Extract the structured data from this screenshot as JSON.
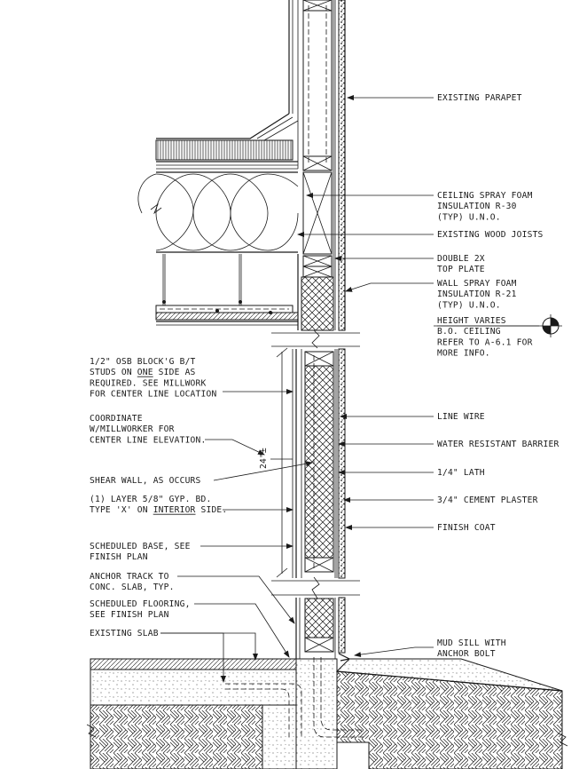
{
  "notes_right": [
    {
      "id": "existing-parapet",
      "lines": [
        "EXISTING PARAPET"
      ]
    },
    {
      "id": "ceiling-spray-foam",
      "lines": [
        "CEILING SPRAY FOAM",
        "INSULATION R-30",
        "(TYP) U.N.O."
      ]
    },
    {
      "id": "existing-wood-joists",
      "lines": [
        "EXISTING WOOD JOISTS"
      ]
    },
    {
      "id": "double-top-plate",
      "lines": [
        "DOUBLE 2X",
        "TOP PLATE"
      ]
    },
    {
      "id": "wall-spray-foam",
      "lines": [
        "WALL SPRAY FOAM",
        "INSULATION R-21",
        "(TYP) U.N.O."
      ]
    },
    {
      "id": "height-varies",
      "lines": [
        "HEIGHT VARIES",
        "B.O. CEILING",
        "REFER TO A-6.1 FOR",
        "MORE INFO."
      ]
    },
    {
      "id": "line-wire",
      "lines": [
        "LINE WIRE"
      ]
    },
    {
      "id": "water-resistant-barrier",
      "lines": [
        "WATER RESISTANT BARRIER"
      ]
    },
    {
      "id": "lath",
      "lines": [
        "1/4\" LATH"
      ]
    },
    {
      "id": "cement-plaster",
      "lines": [
        "3/4\" CEMENT PLASTER"
      ]
    },
    {
      "id": "finish-coat",
      "lines": [
        "FINISH COAT"
      ]
    },
    {
      "id": "mud-sill",
      "lines": [
        "MUD SILL WITH",
        "ANCHOR BOLT"
      ]
    }
  ],
  "notes_left": [
    {
      "id": "osb-blocking",
      "lines": [
        "1/2\" OSB BLOCK'G B/T",
        "STUDS ON ONE SIDE AS",
        "REQUIRED. SEE MILLWORK",
        "FOR CENTER LINE LOCATION"
      ],
      "underline_word": "ONE"
    },
    {
      "id": "coordinate-millworker",
      "lines": [
        "COORDINATE",
        "W/MILLWORKER FOR",
        "CENTER LINE ELEVATION."
      ]
    },
    {
      "id": "shear-wall",
      "lines": [
        "SHEAR WALL, AS OCCURS"
      ]
    },
    {
      "id": "gyp-board",
      "lines": [
        "(1)  LAYER 5/8\" GYP. BD.",
        "TYPE 'X' ON INTERIOR SIDE."
      ],
      "underline_word": "INTERIOR"
    },
    {
      "id": "scheduled-base",
      "lines": [
        "SCHEDULED BASE, SEE",
        "FINISH PLAN"
      ]
    },
    {
      "id": "anchor-track",
      "lines": [
        "ANCHOR TRACK TO",
        "CONC. SLAB, TYP."
      ]
    },
    {
      "id": "scheduled-flooring",
      "lines": [
        "SCHEDULED FLOORING,",
        "SEE FINISH PLAN"
      ]
    },
    {
      "id": "existing-slab",
      "lines": [
        "EXISTING SLAB"
      ]
    }
  ],
  "dimension_text": "24\"±",
  "colors": {
    "ink": "#1a1a1a",
    "paper": "#ffffff"
  }
}
